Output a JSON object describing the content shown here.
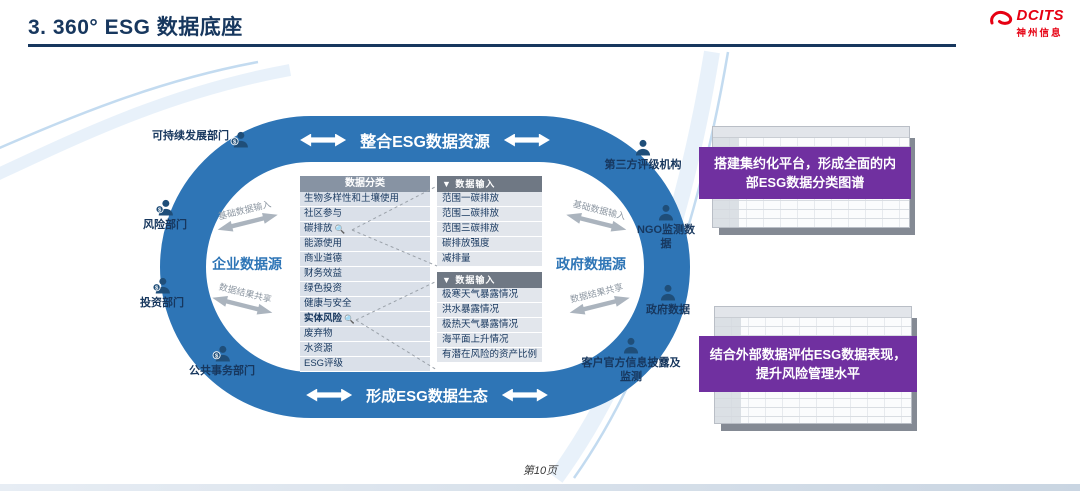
{
  "header": {
    "title": "3. 360° ESG 数据底座",
    "logo": {
      "name": "DCITS",
      "subname": "神州信息"
    }
  },
  "diagram": {
    "top_banner": "整合ESG数据资源",
    "bottom_banner": "形成ESG数据生态",
    "left_nodes": [
      "可持续发展部门",
      "风险部门",
      "投资部门",
      "公共事务部门"
    ],
    "right_nodes": [
      "第三方评级机构",
      "NGO监测数据",
      "政府数据",
      "客户官方信息披露及监测"
    ],
    "enterprise_source": "企业数据源",
    "government_source": "政府数据源",
    "flow_labels": {
      "left_top": "基础数据输入",
      "left_bottom": "数据结果共享",
      "right_top": "基础数据输入",
      "right_bottom": "数据结果共享"
    },
    "magnifier_icon": "🔍",
    "classification_table": {
      "header": "数据分类",
      "rows": [
        "生物多样性和土壤使用",
        "社区参与",
        "碳排放",
        "能源使用",
        "商业道德",
        "财务效益",
        "绿色投资",
        "健康与安全",
        "实体风险",
        "废弃物",
        "水资源",
        "ESG评级"
      ]
    },
    "input_table_carbon": {
      "header": "▼ 数据输入",
      "rows": [
        "范围一碳排放",
        "范围二碳排放",
        "范围三碳排放",
        "碳排放强度",
        "减排量"
      ]
    },
    "input_table_physical": {
      "header": "▼ 数据输入",
      "rows": [
        "极寒天气暴露情况",
        "洪水暴露情况",
        "极热天气暴露情况",
        "海平面上升情况",
        "有潜在风险的资产比例"
      ]
    }
  },
  "callouts": {
    "top": "搭建集约化平台，形成全面的内部ESG数据分类图谱",
    "bottom": "结合外部数据评估ESG数据表现，提升风险管理水平"
  },
  "footer": {
    "page_number": "第10页"
  }
}
